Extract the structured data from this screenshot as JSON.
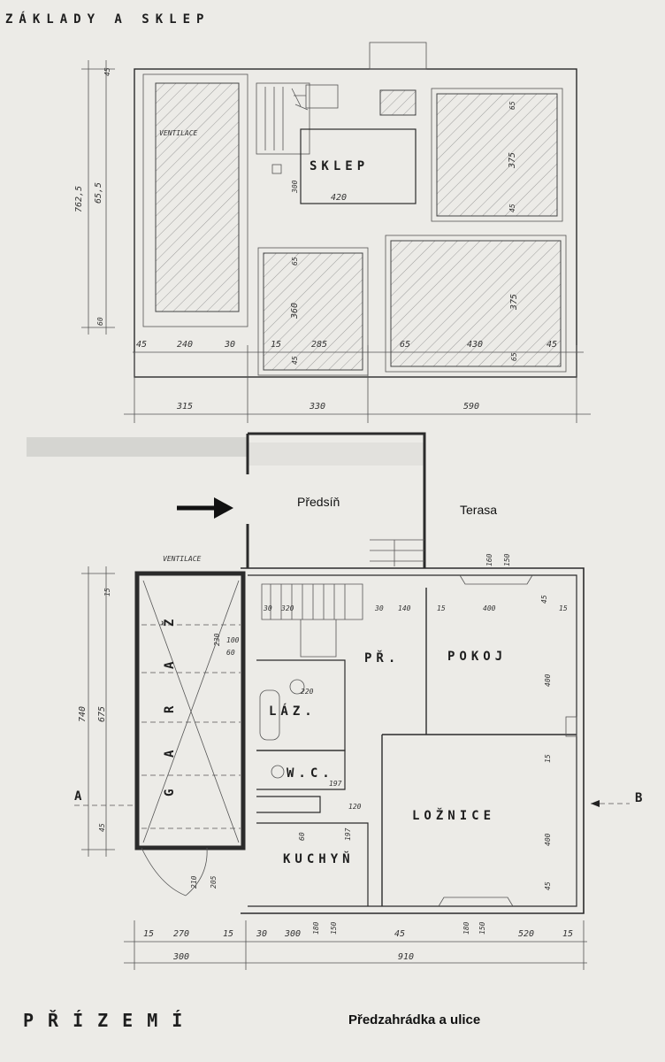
{
  "titles": {
    "top": "ZÁKLADY A SKLEP",
    "bottom": "PŘÍZEMÍ"
  },
  "basement": {
    "ventilace": "VENTILACE",
    "sklep": "SKLEP",
    "dims": {
      "d45_top": "45",
      "d7625": "762,5",
      "d655": "65,5",
      "d60": "60",
      "d45_b1": "45",
      "d240": "240",
      "d30_b": "30",
      "d15": "15",
      "d285": "285",
      "d65_b": "65",
      "d430": "430",
      "d45_b2": "45",
      "d315": "315",
      "d330": "330",
      "d590": "590",
      "d420": "420",
      "d300": "300",
      "d65_r": "65",
      "d375_r": "375",
      "d45_r": "45",
      "d65_m": "65",
      "d360_m": "360",
      "d45_m": "45",
      "d375_r2": "375",
      "d65_r2": "65"
    }
  },
  "ground": {
    "predsin": "Předsíň",
    "terasa": "Terasa",
    "ventilace": "VENTILACE",
    "pr": "PŘ.",
    "pokoj": "POKOJ",
    "laz": "LÁZ.",
    "wc": "W.C.",
    "loznice": "LOŽNICE",
    "kuchyn": "KUCHYŇ",
    "garaz": [
      "G",
      "A",
      "R",
      "A",
      "Ž"
    ],
    "sectionA": "A",
    "sectionB": "B",
    "street": "Předzahrádka a ulice",
    "dims": {
      "d15_l": "15",
      "d740": "740",
      "d675": "675",
      "d45_l": "45",
      "d15_b": "15",
      "d270": "270",
      "d15_b2": "15",
      "d30_b": "30",
      "d300_b": "300",
      "d45_b": "45",
      "d180_b": "180",
      "d150_b": "150",
      "d180_b2": "180",
      "d150_b3": "150",
      "d520": "520",
      "d15_b3": "15",
      "d300_t": "300",
      "d910": "910",
      "d30_s": "30",
      "d320": "320",
      "d140": "140",
      "d15_s": "15",
      "d400": "400",
      "d45_s": "45",
      "d15_s2": "15",
      "d160": "160",
      "d150_t": "150",
      "d230": "230",
      "d100": "100",
      "d60": "60",
      "d220": "220",
      "d120": "120",
      "d197": "197",
      "d400_p": "400",
      "d15_p": "15",
      "d400_l": "400",
      "d45_lz": "45",
      "d210": "210",
      "d205": "205",
      "d60_k": "60",
      "d197_k": "197"
    }
  }
}
